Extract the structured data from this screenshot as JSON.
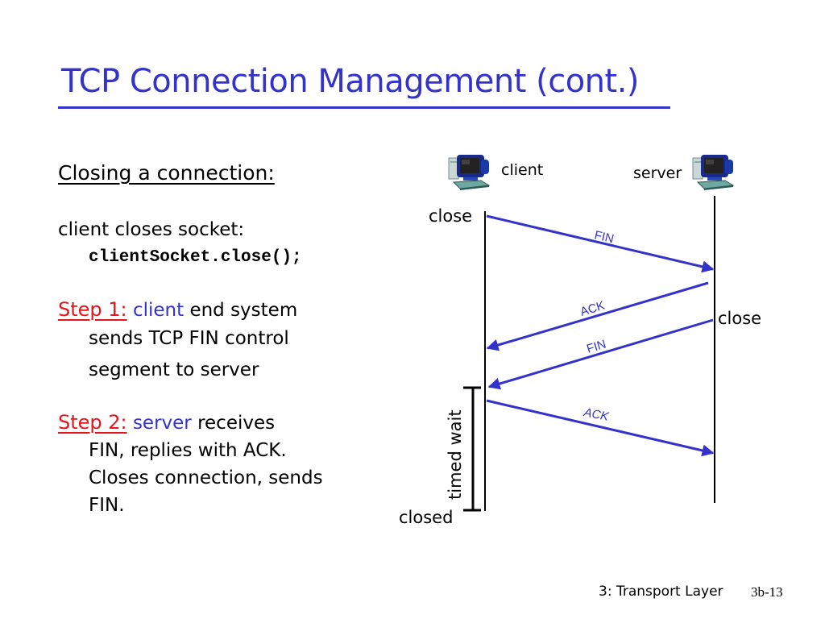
{
  "slide": {
    "title": "TCP Connection Management (cont.)",
    "colors": {
      "title": "#3333cc",
      "heading": "#e8141b",
      "arrow": "#3333cc",
      "text": "#000000"
    }
  },
  "left": {
    "heading": "Closing a connection:",
    "intro_line1": "client closes socket:",
    "intro_code": "clientSocket.close();",
    "step1": {
      "label": "Step 1:",
      "actor": "client",
      "line1_rest": "end system",
      "line2": "sends TCP FIN control",
      "line3": "segment to server"
    },
    "step2": {
      "label": "Step 2:",
      "actor": "server",
      "line1_rest": "receives",
      "line2": "FIN, replies with ACK.",
      "line3": "Closes connection, sends",
      "line4": "FIN."
    }
  },
  "diagram": {
    "client_label": "client",
    "server_label": "server",
    "client_icon": "computer-icon",
    "server_icon": "computer-icon",
    "client_close_label": "close",
    "server_close_label": "close",
    "timed_wait_label": "timed wait",
    "closed_label": "closed",
    "messages": [
      {
        "label": "FIN",
        "from": "client",
        "to": "server"
      },
      {
        "label": "ACK",
        "from": "server",
        "to": "client"
      },
      {
        "label": "FIN",
        "from": "server",
        "to": "client"
      },
      {
        "label": "ACK",
        "from": "client",
        "to": "server"
      }
    ]
  },
  "footer": {
    "chapter": "3: Transport Layer",
    "page": "3b-13"
  }
}
